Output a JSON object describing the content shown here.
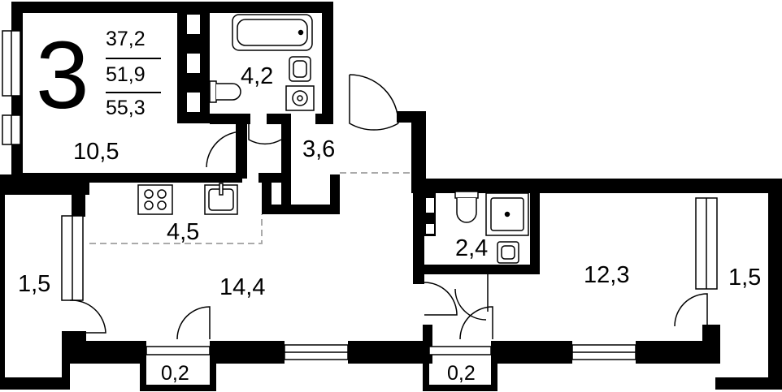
{
  "unit": {
    "rooms": "3",
    "area_living": "37,2",
    "area_total": "51,9",
    "area_with_balconies": "55,3"
  },
  "rooms": [
    {
      "id": "room-upper-left",
      "area": "10,5"
    },
    {
      "id": "bathroom",
      "area": "4,2"
    },
    {
      "id": "hall",
      "area": "3,6"
    },
    {
      "id": "kitchen-zone",
      "area": "4,5"
    },
    {
      "id": "living-room",
      "area": "14,4"
    },
    {
      "id": "shower-room",
      "area": "2,4"
    },
    {
      "id": "bedroom-right",
      "area": "12,3"
    },
    {
      "id": "balcony-left",
      "area": "1,5"
    },
    {
      "id": "balcony-right",
      "area": "1,5"
    },
    {
      "id": "niche-left",
      "area": "0,2"
    },
    {
      "id": "niche-right",
      "area": "0,2"
    }
  ],
  "colors": {
    "wall": "#000000",
    "background": "#ffffff",
    "zone_line": "#aaaaaa"
  }
}
